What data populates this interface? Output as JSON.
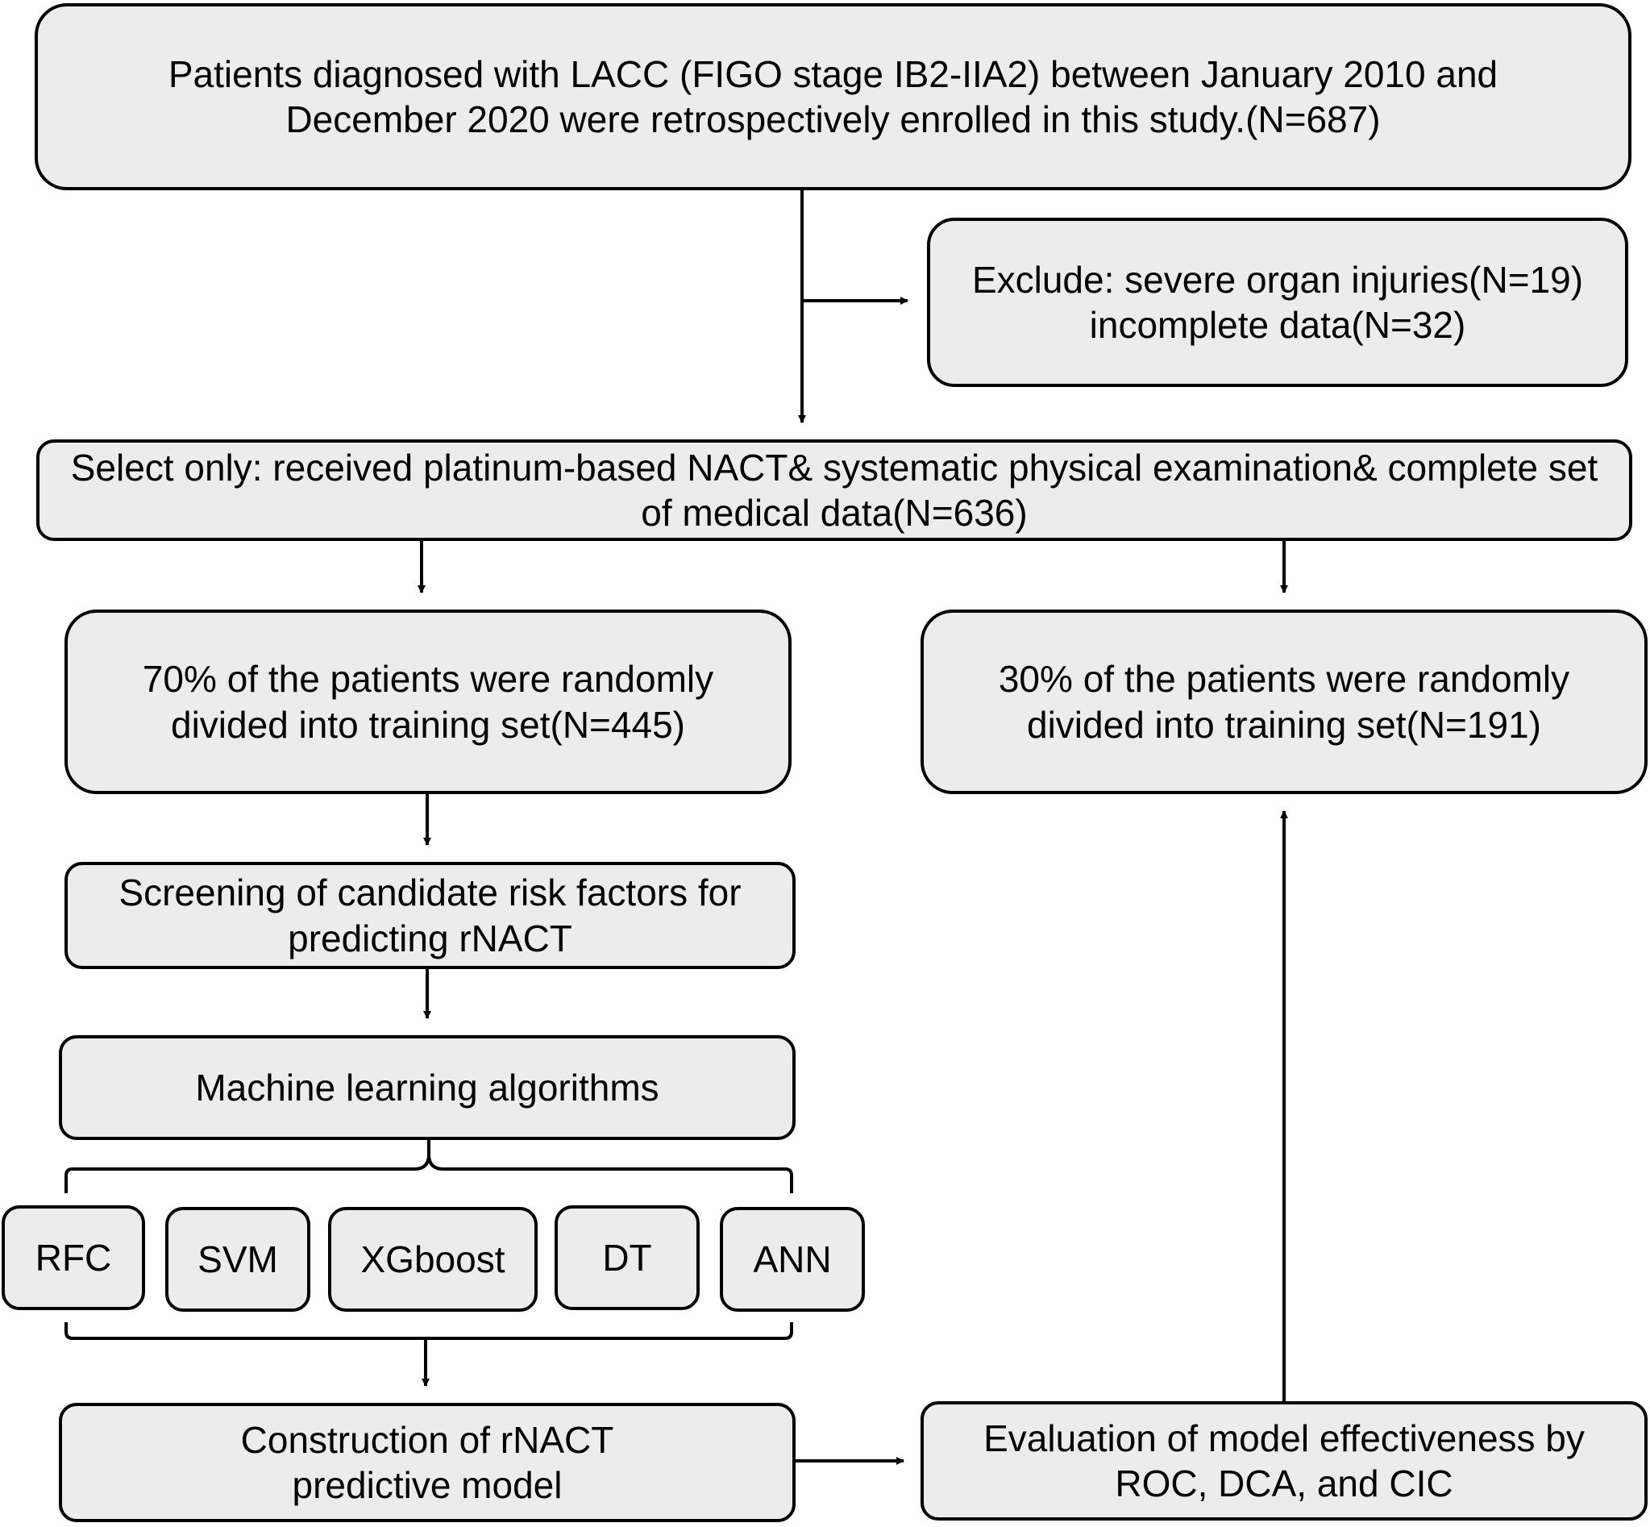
{
  "colors": {
    "box_fill": "#ececec",
    "stroke": "#000000"
  },
  "nodes": {
    "enrollment": "Patients diagnosed with LACC (FIGO  stage IB2-IIA2)  between January 2010 and December 2020 were retrospectively enrolled in this study.(N=687)",
    "exclude": "Exclude: severe organ injuries(N=19)\nincomplete data(N=32)",
    "select": "Select only: received platinum-based NACT& systematic physical examination& complete set of medical data(N=636)",
    "training": "70% of the patients were randomly divided into training set(N=445)",
    "validation": "30% of the patients were randomly divided into training set(N=191)",
    "screening": "Screening of candidate risk factors for predicting rNACT",
    "ml": "Machine learning algorithms",
    "construction": "Construction  of rNACT predictive model",
    "evaluation": "Evaluation of model effectiveness by ROC, DCA, and CIC"
  },
  "algorithms": [
    "RFC",
    "SVM",
    "XGboost",
    "DT",
    "ANN"
  ]
}
